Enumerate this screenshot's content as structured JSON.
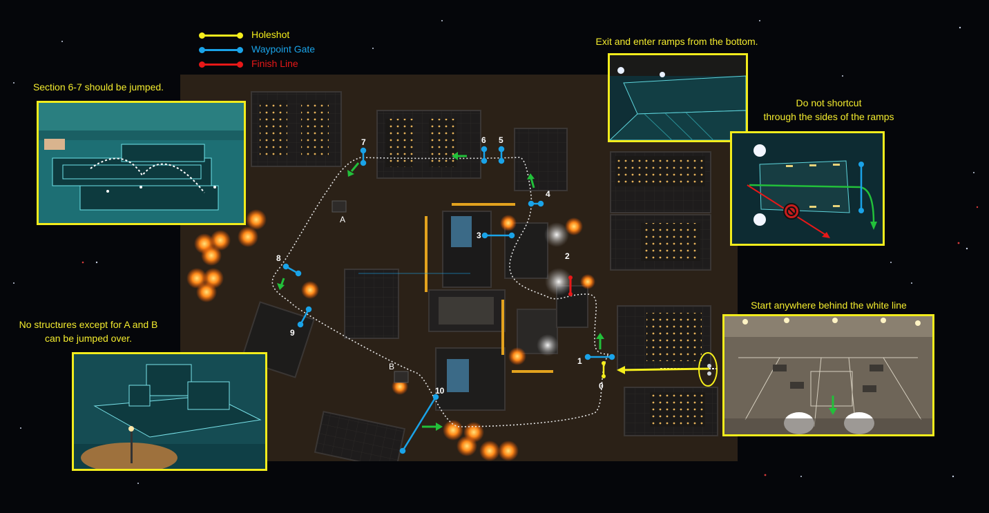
{
  "legend": {
    "items": [
      {
        "label": "Holeshot",
        "color": "#f5ee1c"
      },
      {
        "label": "Waypoint Gate",
        "color": "#1aa3e8"
      },
      {
        "label": "Finish Line",
        "color": "#e81818"
      }
    ]
  },
  "captions": {
    "section_jump": "Section 6-7 should be jumped.",
    "structures_line1": "No structures except for A and B",
    "structures_line2": "can be jumped over.",
    "ramps": "Exit and enter ramps from the bottom.",
    "shortcut_line1": "Do not shortcut",
    "shortcut_line2": "through the sides of the ramps",
    "start": "Start anywhere behind the white line"
  },
  "map": {
    "gates": [
      "0",
      "1",
      "2",
      "3",
      "4",
      "5",
      "6",
      "7",
      "8",
      "9",
      "10"
    ],
    "structures": [
      "A",
      "B"
    ]
  },
  "colors": {
    "highlight": "#f2ec1c",
    "holeshot": "#f5ee1c",
    "waypoint": "#1aa3e8",
    "finish": "#e81818",
    "direction": "#22c03a"
  }
}
